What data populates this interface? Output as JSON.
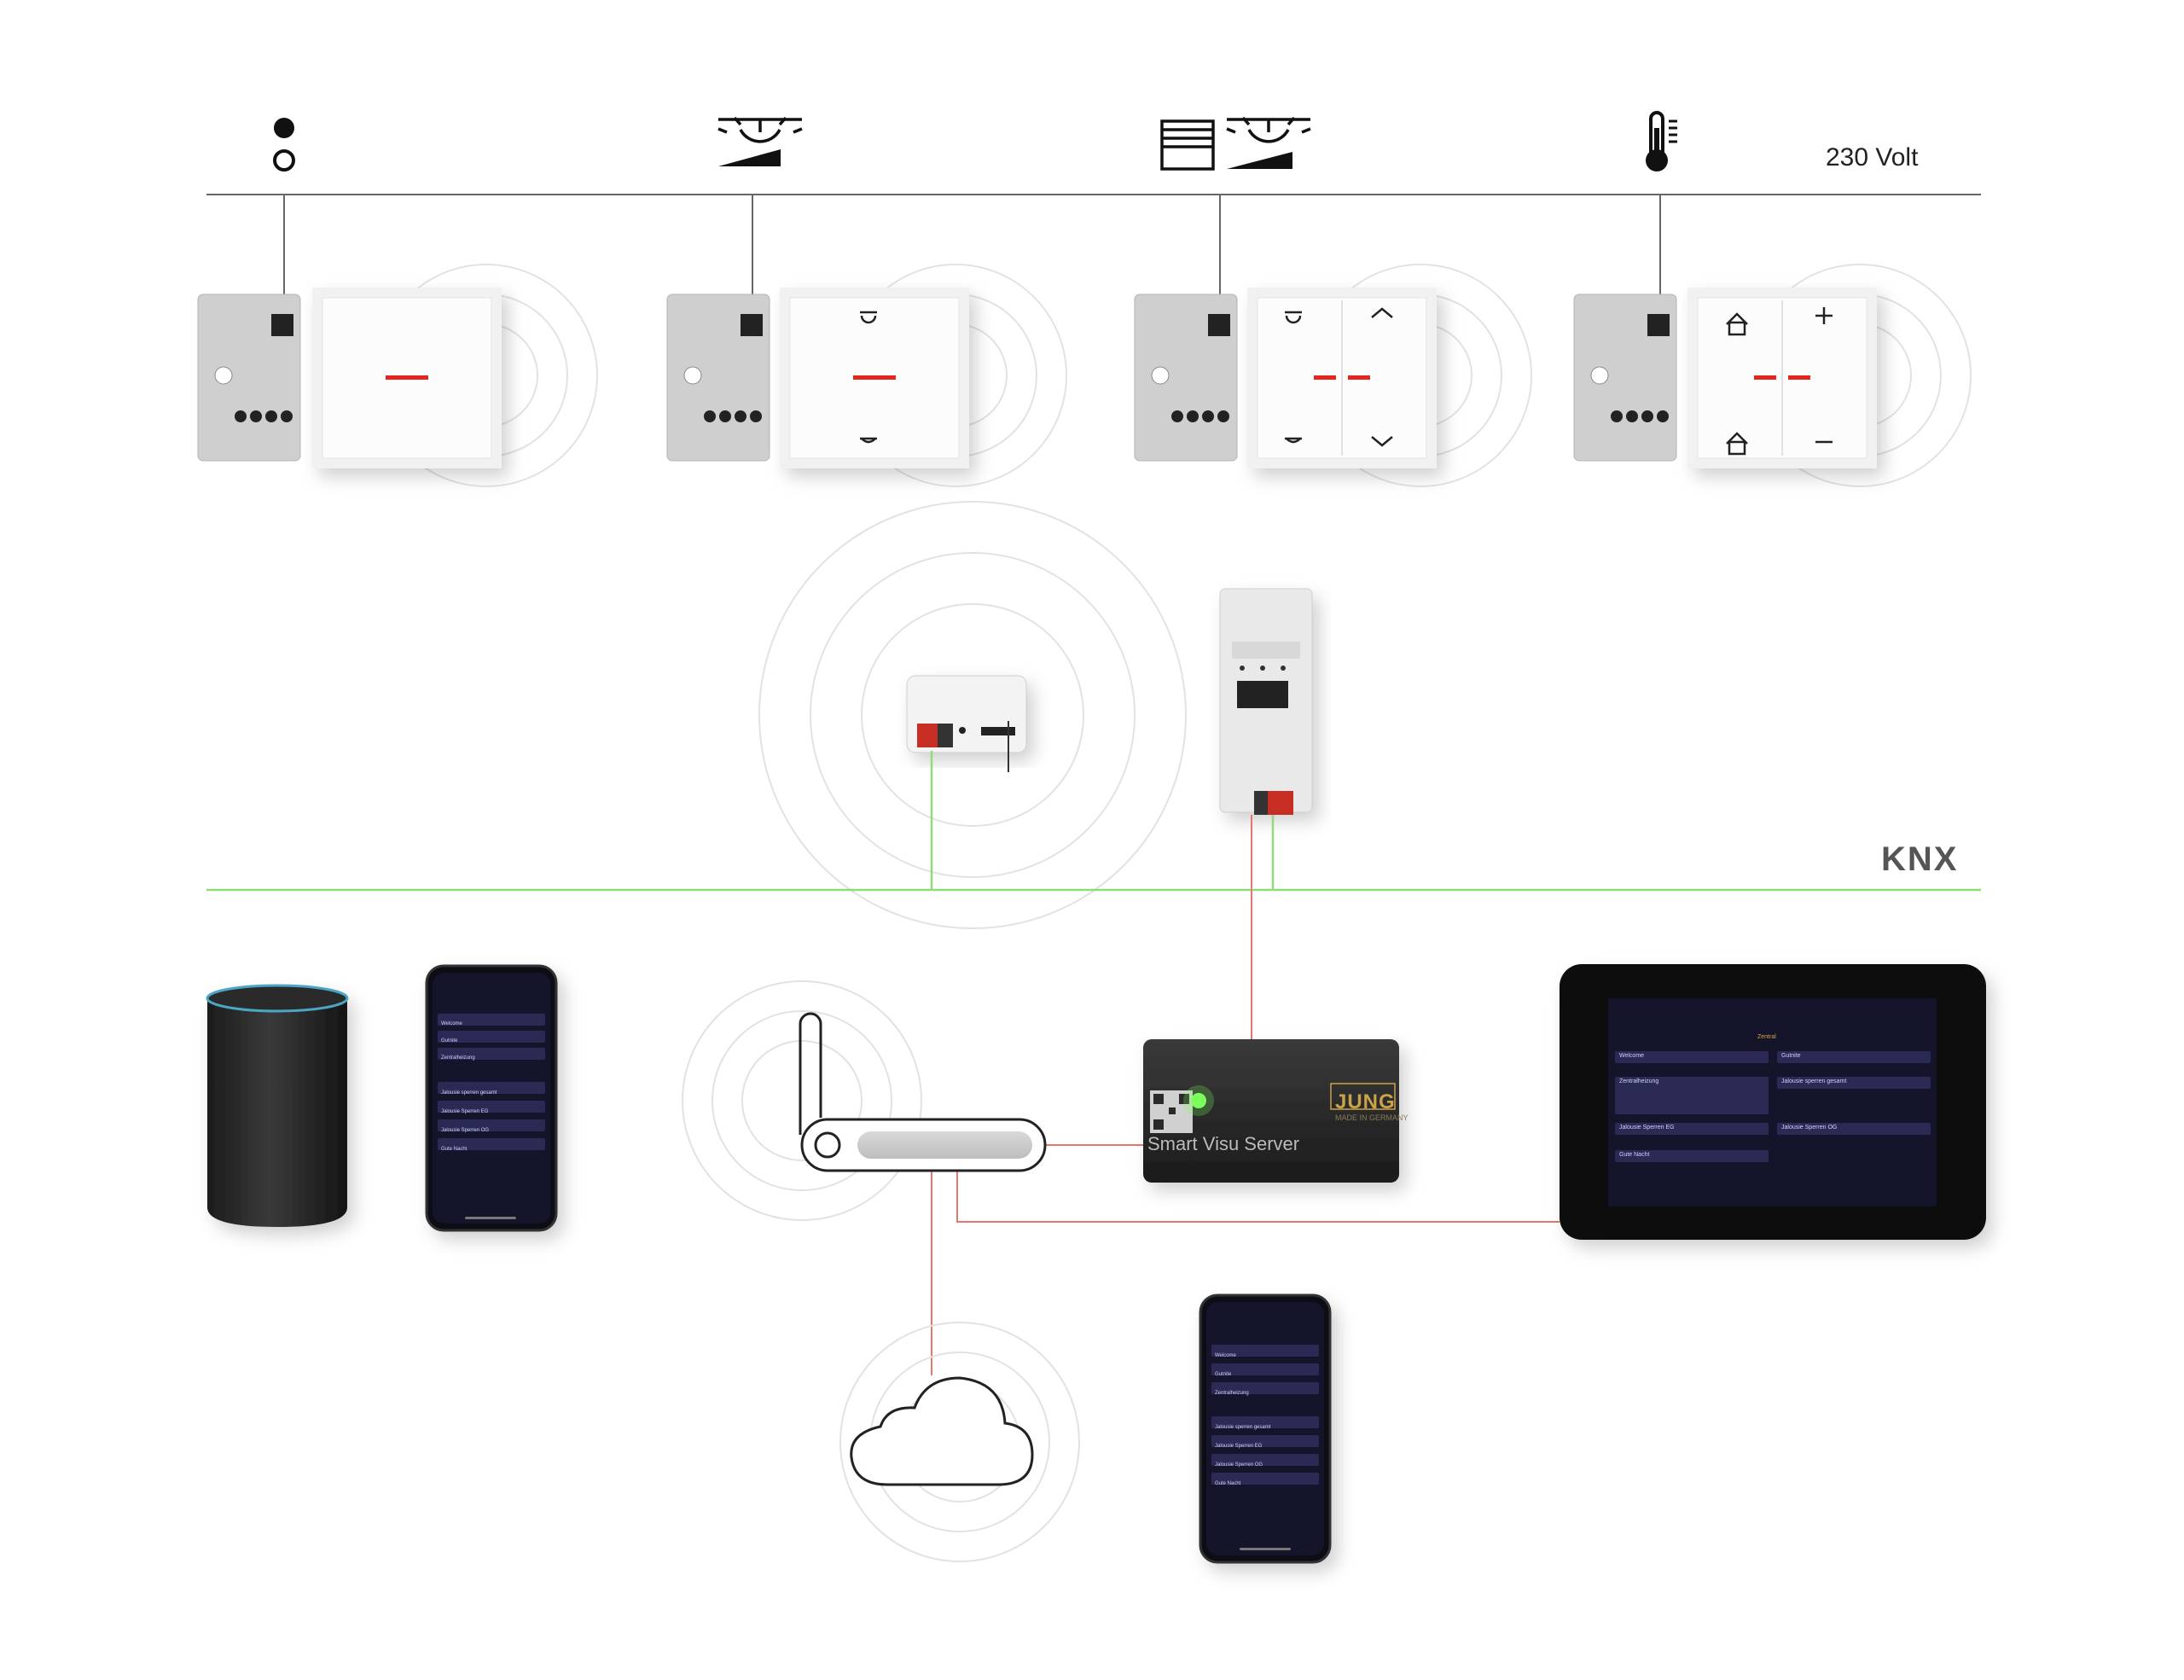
{
  "header": {
    "voltage_label": "230 Volt"
  },
  "bus": {
    "knx_logo": "KNX"
  },
  "server": {
    "label": "Smart Visu Server",
    "brand": "JUNG",
    "brand_sub": "MADE IN GERMANY"
  },
  "app": {
    "items": [
      "Welcome",
      "Gutnite",
      "Zentralheizung",
      "Jalousie sperren gesamt",
      "Jalousie Sperren EG",
      "Jalousie Sperren OG",
      "Gute Nacht"
    ],
    "tablet_tab": "Zentral"
  },
  "icons": [
    "switch-icon",
    "dimmer-icon",
    "blind-dimmer-icon",
    "thermometer-icon",
    "house-icon",
    "plus-icon",
    "minus-icon",
    "arrow-up-icon",
    "arrow-down-icon",
    "cloud-icon",
    "router-icon"
  ],
  "colors": {
    "line_230v": "#666666",
    "line_knx": "#8fdc7a",
    "line_lan": "#e6776c",
    "led_red": "#e3261d",
    "app_bg": "#14142a",
    "device_dark": "#232323",
    "led_green": "#7cff5a"
  }
}
